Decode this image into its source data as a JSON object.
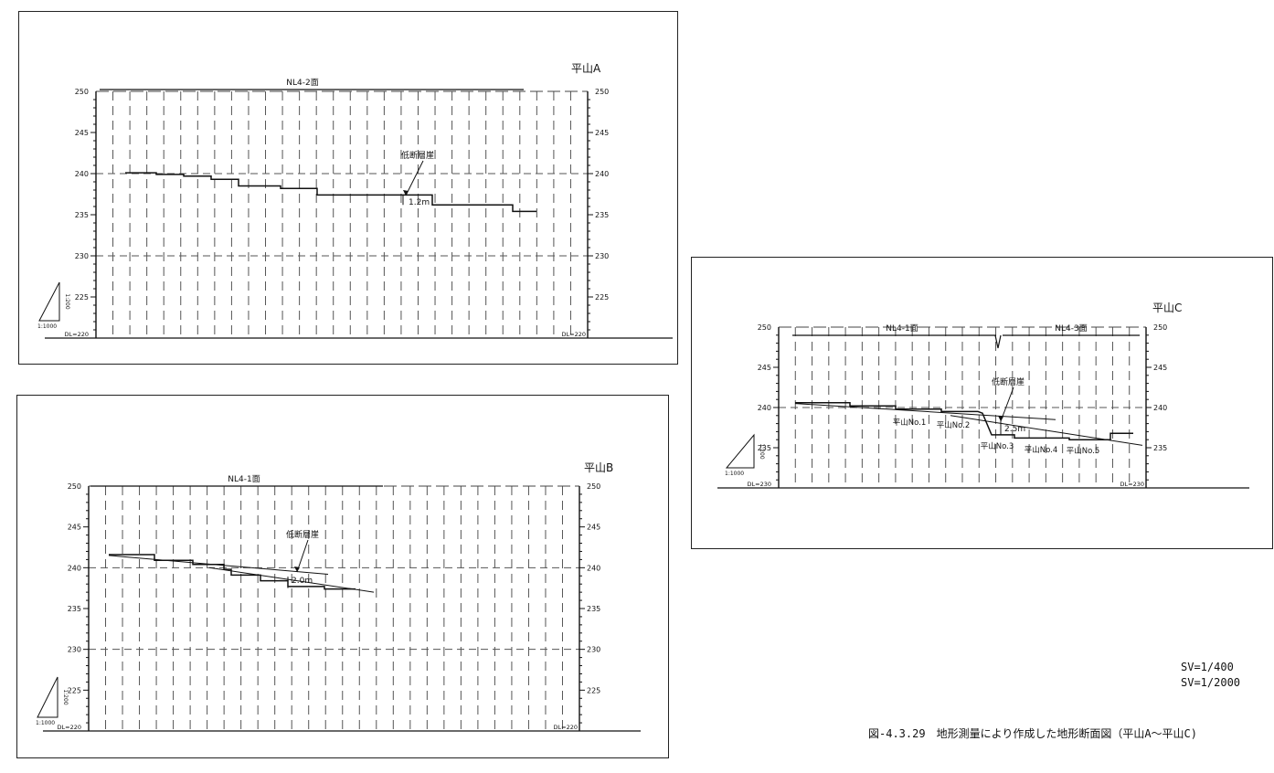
{
  "scales": {
    "sv1": "SV=1/400",
    "sv2": "SV=1/2000"
  },
  "caption": "図-4.3.29　地形測量により作成した地形断面図（平山A～平山C)",
  "chart_data": [
    {
      "type": "line",
      "title": "平山A",
      "map_sheets": [
        "NL4-2面"
      ],
      "ylim": [
        220,
        250
      ],
      "y_ticks": [
        "250",
        "245",
        "240",
        "235",
        "230",
        "225"
      ],
      "datum_label": "DL=220",
      "scale_label_h": "1:1000",
      "scale_label_v": "1:200",
      "annotations": {
        "scarp_label": "低断層崖",
        "offset": "1.2m"
      },
      "series": [
        {
          "values": [
            [
              0,
              240.1
            ],
            [
              34,
              240.1
            ],
            [
              34,
              239.9
            ],
            [
              64,
              239.9
            ],
            [
              64,
              239.7
            ],
            [
              94,
              239.7
            ],
            [
              94,
              239.3
            ],
            [
              124,
              239.3
            ],
            [
              124,
              238.5
            ],
            [
              170,
              238.5
            ],
            [
              170,
              238.2
            ],
            [
              210,
              238.2
            ],
            [
              210,
              237.4
            ],
            [
              336,
              237.4
            ],
            [
              336,
              236.2
            ],
            [
              424,
              236.2
            ],
            [
              424,
              235.4
            ],
            [
              450,
              235.4
            ]
          ]
        }
      ]
    },
    {
      "type": "line",
      "title": "平山B",
      "map_sheets": [
        "NL4-1面"
      ],
      "ylim": [
        220,
        250
      ],
      "y_ticks": [
        "250",
        "245",
        "240",
        "235",
        "230",
        "225"
      ],
      "datum_label": "DL=220",
      "scale_label_h": "1:1000",
      "scale_label_v": "1:200",
      "annotations": {
        "scarp_label": "低断層崖",
        "offset": "2.0m"
      },
      "series": [
        {
          "values": [
            [
              0,
              241.6
            ],
            [
              50,
              241.6
            ],
            [
              50,
              240.9
            ],
            [
              92,
              240.9
            ],
            [
              92,
              240.4
            ],
            [
              126,
              240.4
            ],
            [
              126,
              239.8
            ],
            [
              134,
              239.8
            ],
            [
              134,
              239.1
            ],
            [
              166,
              239.1
            ],
            [
              166,
              238.4
            ],
            [
              196,
              238.4
            ],
            [
              196,
              237.7
            ],
            [
              236,
              237.7
            ],
            [
              236,
              237.4
            ],
            [
              270,
              237.4
            ]
          ]
        },
        {
          "values": [
            [
              0,
              241.5
            ],
            [
              240,
              239.2
            ]
          ]
        },
        {
          "values": [
            [
              110,
              240.0
            ],
            [
              290,
              237.0
            ]
          ]
        }
      ]
    },
    {
      "type": "line",
      "title": "平山C",
      "map_sheets": [
        "NL4-1面",
        "NL4-3面"
      ],
      "ylim": [
        230,
        250
      ],
      "y_ticks": [
        "250",
        "245",
        "240",
        "235"
      ],
      "datum_label": "DL=230",
      "scale_label_h": "1:1000",
      "scale_label_v": "1:200",
      "annotations": {
        "scarp_label": "低断層崖",
        "offset": "2.5m",
        "points": [
          "平山No.1",
          "平山No.2",
          "平山No.3",
          "平山No.4",
          "平山No.5"
        ]
      },
      "series": [
        {
          "values": [
            [
              0,
              240.6
            ],
            [
              60,
              240.6
            ],
            [
              60,
              240.2
            ],
            [
              110,
              240.2
            ],
            [
              110,
              239.8
            ],
            [
              160,
              239.8
            ],
            [
              160,
              239.5
            ],
            [
              200,
              239.5
            ],
            [
              205,
              239.3
            ],
            [
              215,
              236.6
            ],
            [
              240,
              236.6
            ],
            [
              240,
              236.2
            ],
            [
              300,
              236.2
            ],
            [
              300,
              236.0
            ],
            [
              345,
              236.0
            ],
            [
              345,
              236.8
            ],
            [
              370,
              236.8
            ]
          ]
        },
        {
          "values": [
            [
              0,
              240.5
            ],
            [
              285,
              238.5
            ]
          ]
        },
        {
          "values": [
            [
              170,
              239.0
            ],
            [
              380,
              235.3
            ]
          ]
        }
      ]
    }
  ]
}
